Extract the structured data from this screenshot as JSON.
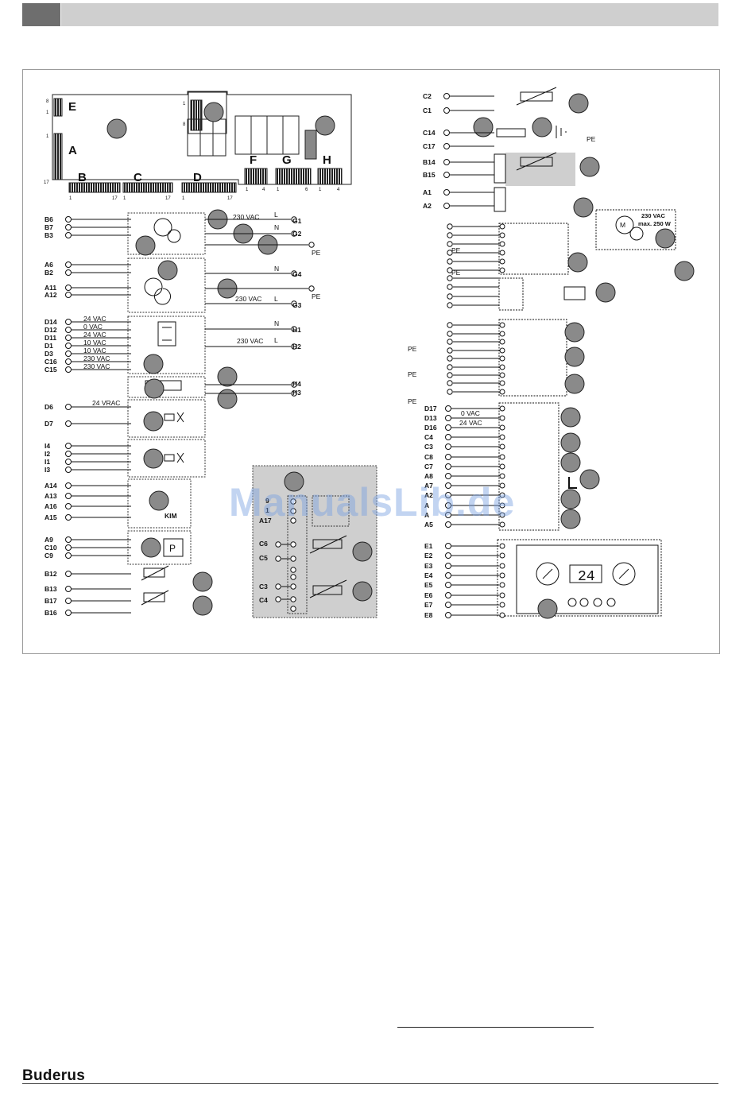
{
  "board": {
    "areas": [
      "E",
      "A",
      "B",
      "C",
      "D",
      "F",
      "G",
      "H"
    ],
    "nums": [
      "8",
      "1",
      "1",
      "8",
      "1",
      "17",
      "1",
      "17",
      "1",
      "17",
      "1",
      "17",
      "1",
      "4",
      "1",
      "6",
      "1",
      "4"
    ]
  },
  "left_terms": {
    "g1": [
      "B6",
      "B7",
      "B3"
    ],
    "g2": [
      "A6",
      "B2",
      "A11",
      "A12"
    ],
    "g3": [
      "D14",
      "D12",
      "D11",
      "D1",
      "D3",
      "C16",
      "C15"
    ],
    "g4": [
      "D6",
      "D7"
    ],
    "g5": [
      "I4",
      "I2",
      "I1",
      "I3"
    ],
    "g6": [
      "A14",
      "A13",
      "A16",
      "A15"
    ],
    "g7": [
      "A9",
      "C10",
      "C9"
    ],
    "g8": [
      "B12",
      "B13",
      "B17",
      "B16"
    ]
  },
  "volt_g3": [
    "24 VAC",
    "0 VAC",
    "24 VAC",
    "10 VAC",
    "10 VAC",
    "230 VAC",
    "230 VAC"
  ],
  "out_labels": {
    "g1": "G1",
    "g2": "G2",
    "g4": "G4",
    "g3": "G3",
    "h1": "H1",
    "h2": "H2",
    "h4": "H4",
    "h3": "H3",
    "pe": "PE",
    "n": "N",
    "l": "L",
    "v230": "230 VAC",
    "vrac": "24 VRAC",
    "kim": "KIM",
    "p": "P",
    "pe_short": "PE"
  },
  "gray_module": {
    "terms": [
      "C6",
      "C5",
      "C3",
      "C4"
    ],
    "left_trunc": [
      "9",
      "1",
      "A17"
    ]
  },
  "right_terms": {
    "top": [
      "C2",
      "C1",
      "C14",
      "C17",
      "B14",
      "B15",
      "A1",
      "A2"
    ],
    "mid": [
      "D17",
      "D13",
      "D16",
      "C4",
      "C3",
      "C8",
      "C7",
      "A8",
      "A7",
      "A2",
      "A",
      "A",
      "A5"
    ],
    "bottom": [
      "E1",
      "E2",
      "E3",
      "E4",
      "E5",
      "E6",
      "E7",
      "E8"
    ]
  },
  "right_voltages": {
    "v0": "0 VAC",
    "v24": "24 VAC",
    "pump": "230 VAC",
    "pump2": "max. 250 W",
    "m": "M"
  },
  "display_value": "24",
  "watermark": "ManualsLib.de",
  "brand": "Buderus"
}
